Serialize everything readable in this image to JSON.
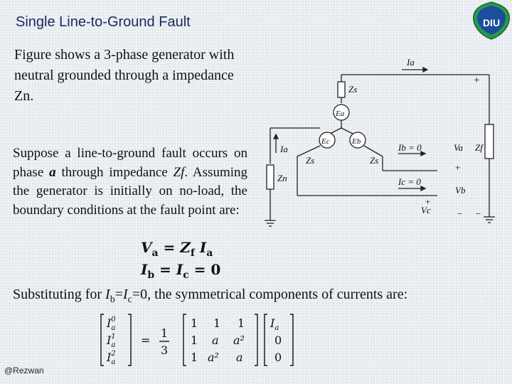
{
  "slide": {
    "title": "Single Line-to-Ground Fault",
    "paragraph1": "Figure shows a 3-phase generator with neutral grounded through a impedance Zn.",
    "paragraph2_pre": "Suppose a line-to-ground fault occurs on phase ",
    "paragraph2_phase": "a",
    "paragraph2_mid": " through impedance ",
    "paragraph2_imp": "Zf",
    "paragraph2_post": ". Assuming the generator is initially on no-load, the boundary conditions at the fault point are:",
    "paragraph3_pre": "Substituting for ",
    "paragraph3_ib": "I",
    "paragraph3_ib_sub": "b",
    "paragraph3_eq": "=",
    "paragraph3_ic": "I",
    "paragraph3_ic_sub": "c",
    "paragraph3_post": "=0, the symmetrical components of currents are:",
    "equation1": "Va = Zf Ia",
    "equation2": "Ib = Ic = 0",
    "footer": "@Rezwan"
  },
  "circuit": {
    "labels": {
      "Ia_top": "Ia",
      "plus_top": "+",
      "Zs_a": "Zs",
      "Ea": "Ea",
      "Ec": "Ec",
      "Eb": "Eb",
      "Zs_c": "Zs",
      "Zs_b": "Zs",
      "Ia_left": "Ia",
      "Zn": "Zn",
      "Ib0": "Ib = 0",
      "Ic0": "Ic = 0",
      "Va": "Va",
      "Zf": "Zf",
      "Vb": "Vb",
      "Vc": "Vc",
      "plus_b": "+",
      "plus_c": "+",
      "minus1": "−",
      "minus2": "−"
    }
  },
  "matrix": {
    "lhs": [
      "I_a^0",
      "I_a^1",
      "I_a^2"
    ],
    "factor_num": "1",
    "factor_den": "3",
    "rows": [
      [
        "1",
        "1",
        "1"
      ],
      [
        "1",
        "a",
        "a²"
      ],
      [
        "1",
        "a²",
        "a"
      ]
    ],
    "rhs": [
      "Ia",
      "0",
      "0"
    ]
  },
  "logo": {
    "text": "DIU"
  }
}
